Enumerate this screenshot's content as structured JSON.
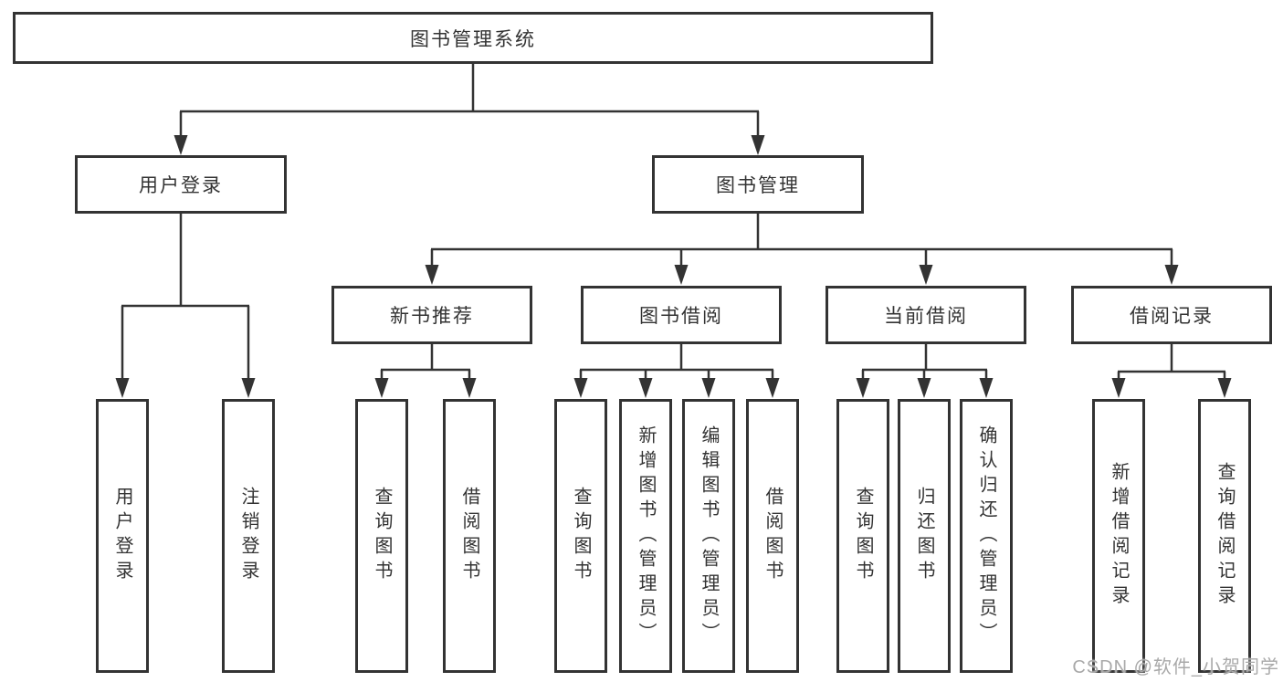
{
  "diagram": {
    "root": {
      "label": "图书管理系统"
    },
    "branches": [
      {
        "label": "用户登录",
        "children": [
          {
            "label": "用户登录"
          },
          {
            "label": "注销登录"
          }
        ]
      },
      {
        "label": "图书管理",
        "children": [
          {
            "label": "新书推荐",
            "children": [
              {
                "label": "查询图书"
              },
              {
                "label": "借阅图书"
              }
            ]
          },
          {
            "label": "图书借阅",
            "children": [
              {
                "label": "查询图书"
              },
              {
                "label": "新增图书（管理员）"
              },
              {
                "label": "编辑图书（管理员）"
              },
              {
                "label": "借阅图书"
              }
            ]
          },
          {
            "label": "当前借阅",
            "children": [
              {
                "label": "查询图书"
              },
              {
                "label": "归还图书"
              },
              {
                "label": "确认归还（管理员）"
              }
            ]
          },
          {
            "label": "借阅记录",
            "children": [
              {
                "label": "新增借阅记录"
              },
              {
                "label": "查询借阅记录"
              }
            ]
          }
        ]
      }
    ]
  },
  "watermark": "CSDN @软件_小贺同学",
  "colors": {
    "line": "#333333",
    "box_border": "#333333",
    "box_fill": "#ffffff",
    "text": "#333333",
    "watermark_text": "#a9a9a9"
  }
}
